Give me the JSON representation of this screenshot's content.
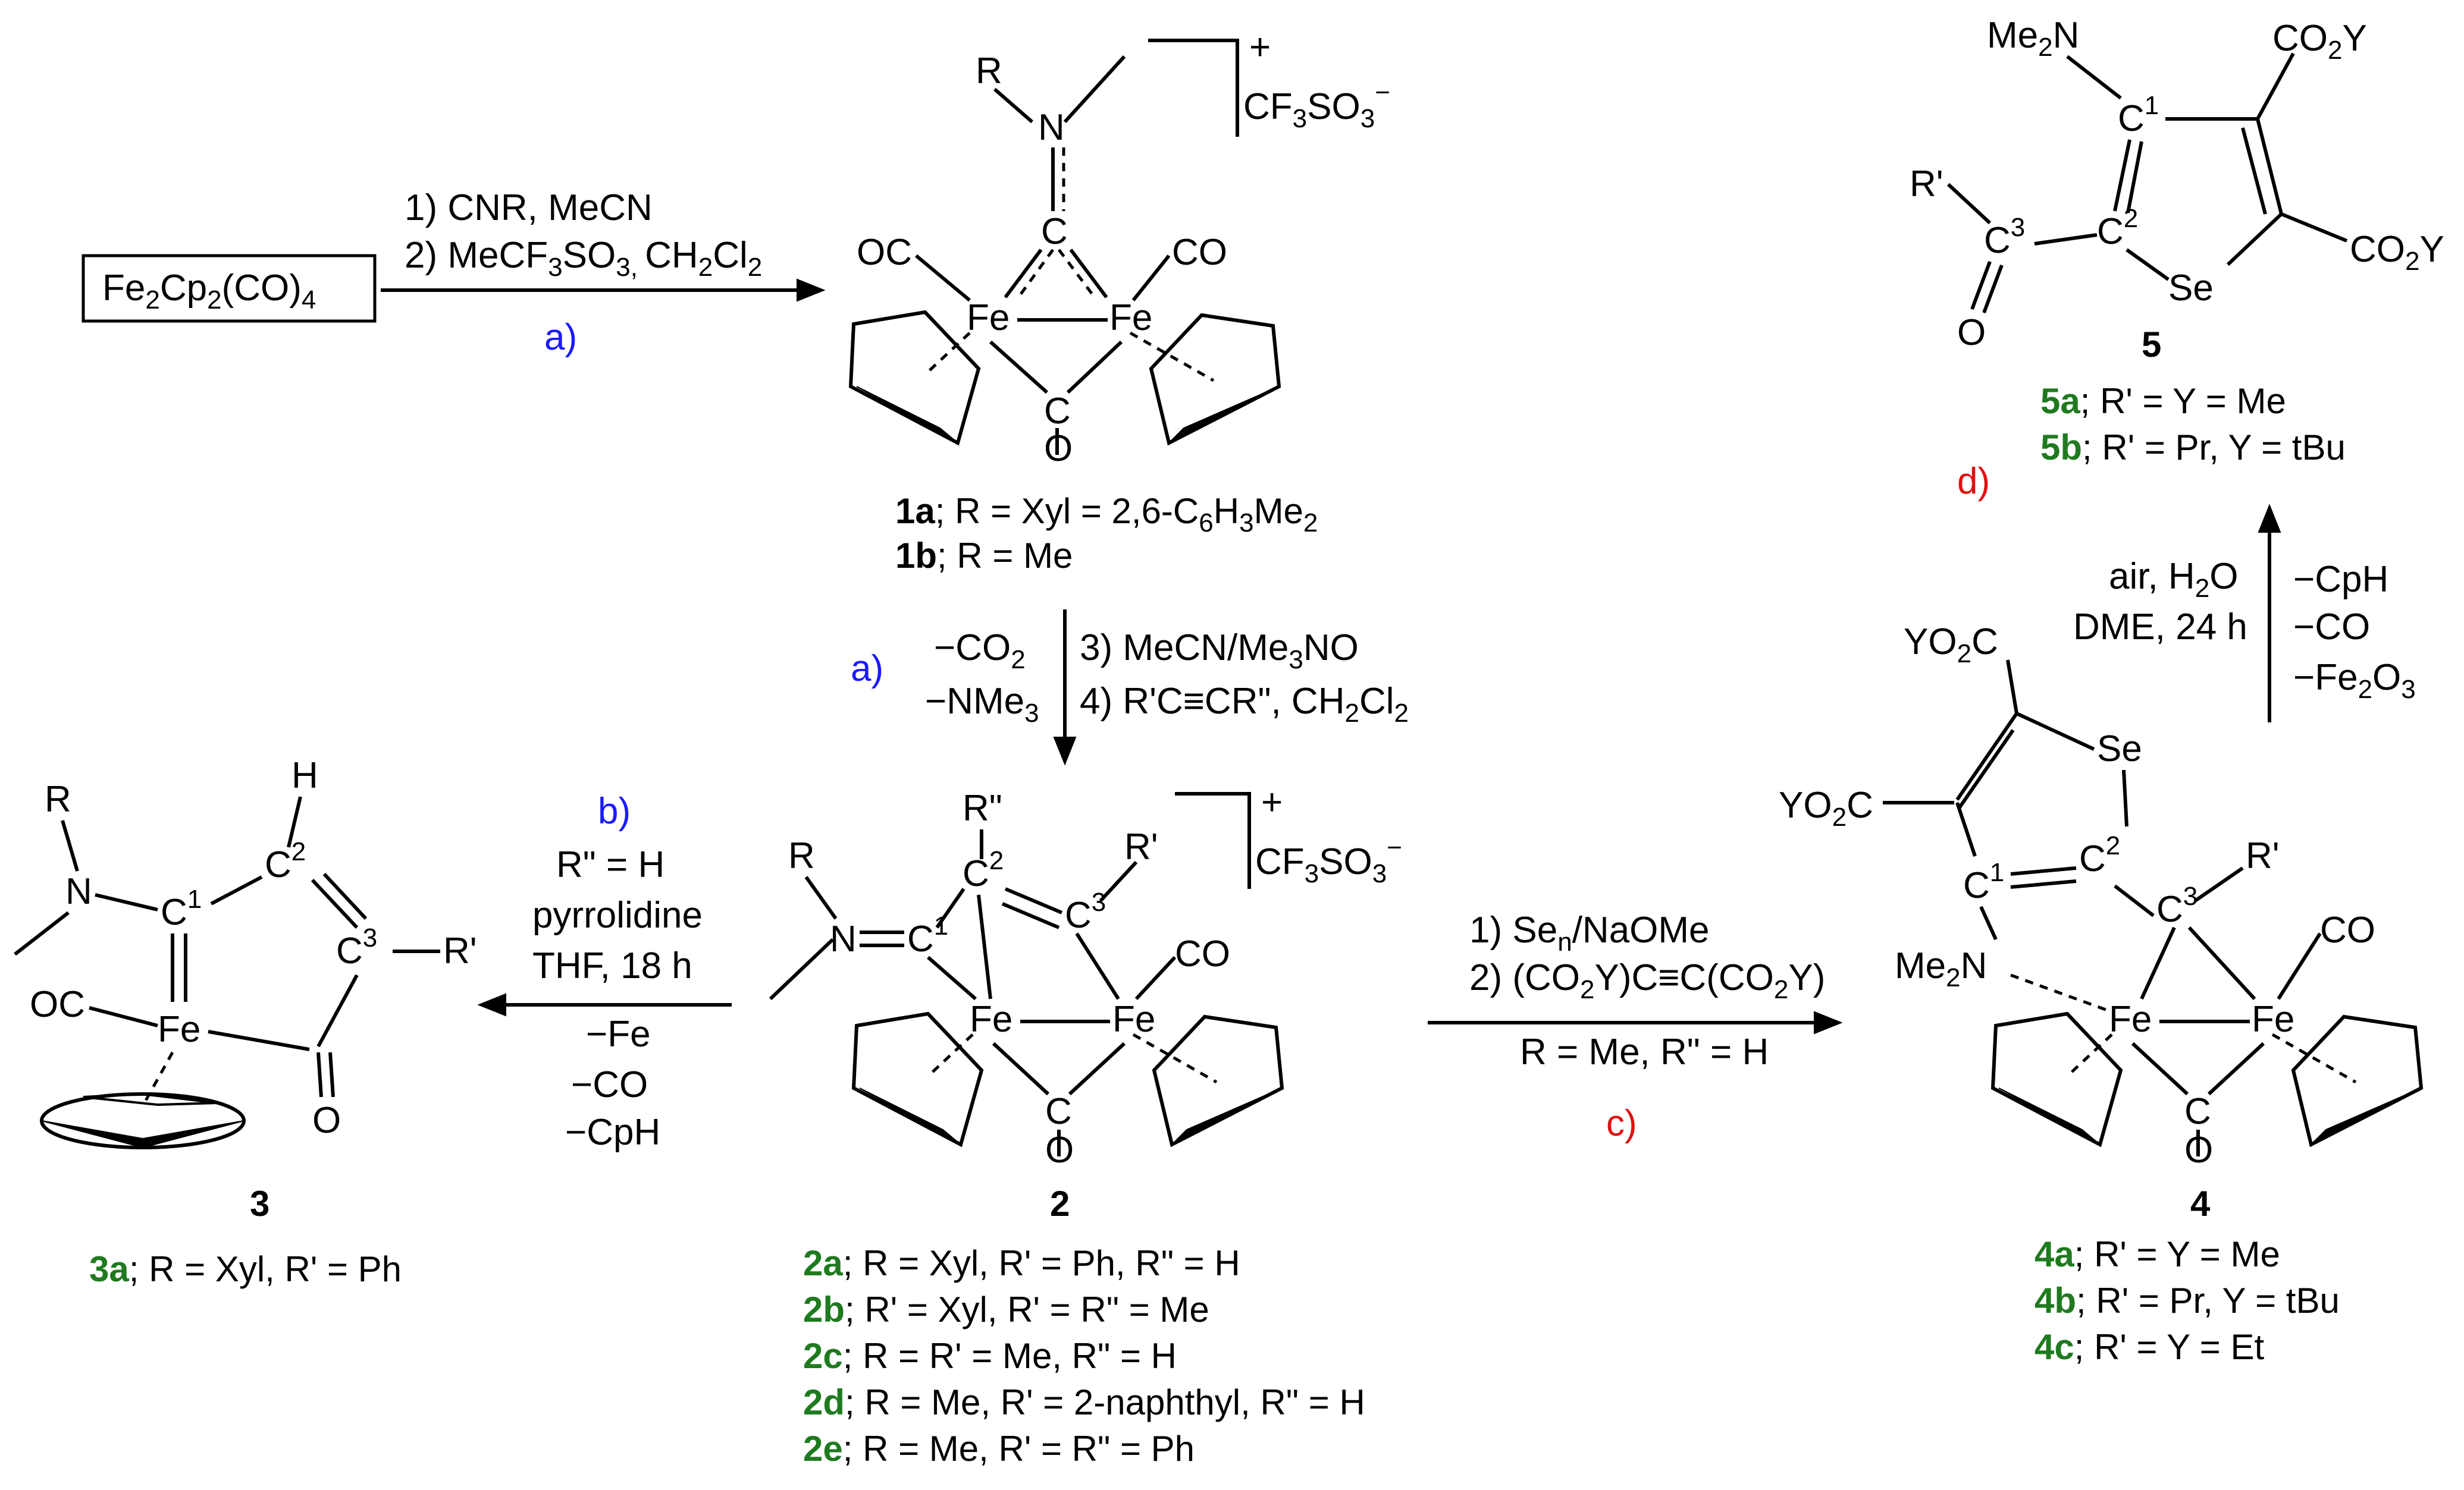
{
  "start_material": "Fe2Cp2(CO)4",
  "steps": {
    "a1": {
      "line1": "1) CNR, MeCN",
      "line2": "2) MeCF3SO3, CH2Cl2",
      "tag": "a)",
      "tag_color": "#1a1aff"
    },
    "a2": {
      "left1": "−CO2",
      "left2": "−NMe3",
      "right1": "3) MeCN/Me3NO",
      "right2": "4) R'C≡CR\", CH2Cl2",
      "tag": "a)",
      "tag_color": "#1a1aff"
    },
    "b": {
      "tag": "b)",
      "cond1": "R\" = H",
      "cond2": "pyrrolidine",
      "cond3": "THF, 18 h",
      "loss1": "−Fe",
      "loss2": "−CO",
      "loss3": "−CpH",
      "tag_color": "#1a1aff"
    },
    "c": {
      "line1": "1) Sen/NaOMe",
      "line2": "2) (CO2Y)C≡C(CO2Y)",
      "line3": "R = Me, R\" = H",
      "tag": "c)",
      "tag_color": "#e01010"
    },
    "d": {
      "cond1": "air, H2O",
      "cond2": "DME, 24 h",
      "loss1": "−CpH",
      "loss2": "−CO",
      "loss3": "−Fe2O3",
      "tag": "d)",
      "tag_color": "#e01010"
    }
  },
  "compounds": {
    "c1": {
      "number": "1",
      "anion": "CF3SO3−",
      "variants": [
        {
          "id": "1a",
          "text": "; R = Xyl = 2,6-C6H3Me2"
        },
        {
          "id": "1b",
          "text": "; R = Me"
        }
      ]
    },
    "c2": {
      "number": "2",
      "anion": "CF3SO3−",
      "variants": [
        {
          "id": "2a",
          "text": "; R = Xyl, R' = Ph, R\" = H"
        },
        {
          "id": "2b",
          "text": "; R' = Xyl, R' = R\" = Me"
        },
        {
          "id": "2c",
          "text": "; R = R' = Me, R\" = H"
        },
        {
          "id": "2d",
          "text": "; R = Me, R' = 2-naphthyl, R\" = H"
        },
        {
          "id": "2e",
          "text": "; R = Me, R' = R\" = Ph"
        }
      ]
    },
    "c3": {
      "number": "3",
      "variants": [
        {
          "id": "3a",
          "text": "; R = Xyl, R' = Ph"
        }
      ]
    },
    "c4": {
      "number": "4",
      "variants": [
        {
          "id": "4a",
          "text": "; R' = Y = Me"
        },
        {
          "id": "4b",
          "text": "; R' = Pr, Y = tBu"
        },
        {
          "id": "4c",
          "text": "; R' = Y = Et"
        }
      ]
    },
    "c5": {
      "number": "5",
      "variants": [
        {
          "id": "5a",
          "text": "; R' = Y = Me"
        },
        {
          "id": "5b",
          "text": "; R' = Pr, Y = tBu"
        }
      ]
    }
  },
  "colors": {
    "variant_id": "#1f7a1f",
    "blue_tag": "#1a1aff",
    "red_tag": "#e01010"
  }
}
